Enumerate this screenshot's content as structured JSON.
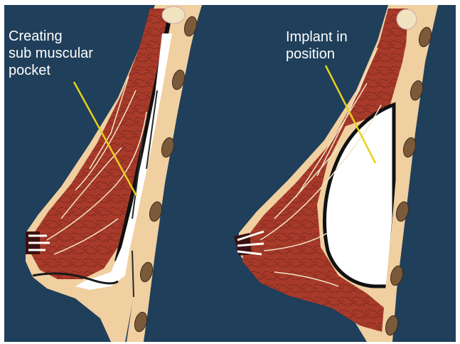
{
  "labels": {
    "left": {
      "line1": "Creating",
      "line2": "sub muscular",
      "line3": "pocket"
    },
    "right": {
      "line1": "Implant in",
      "line2": "position"
    }
  },
  "colors": {
    "background": "#1f3f5a",
    "skin": "#f0cfa0",
    "muscle": "#a83a2a",
    "muscle_dark": "#7e2a1e",
    "rib": "#7a5a3a",
    "implant": "#ffffff",
    "leader_line": "#e8d21a"
  }
}
